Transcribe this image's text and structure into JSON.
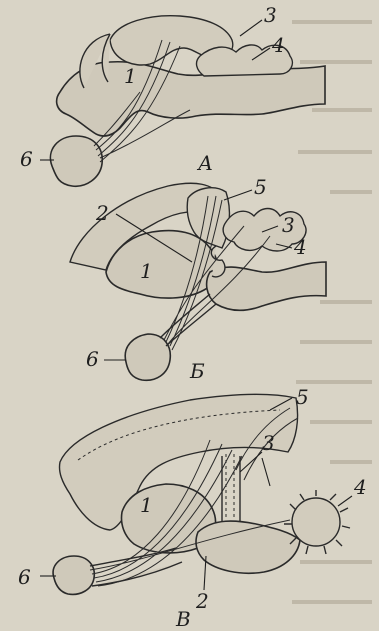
{
  "figure": {
    "panels": [
      {
        "id": "A",
        "caption": "А",
        "labels": {
          "brain_body": "1",
          "top": "3",
          "right": "4",
          "bulb": "6"
        }
      },
      {
        "id": "B",
        "caption": "Б",
        "labels": {
          "brain_body": "1",
          "cortex": "2",
          "top": "5",
          "mid": "3",
          "right": "4",
          "bulb": "6"
        }
      },
      {
        "id": "C",
        "caption": "В",
        "labels": {
          "brain_body": "1",
          "bottom": "2",
          "mid": "3",
          "top": "5",
          "right": "4",
          "bulb": "6"
        }
      }
    ]
  }
}
